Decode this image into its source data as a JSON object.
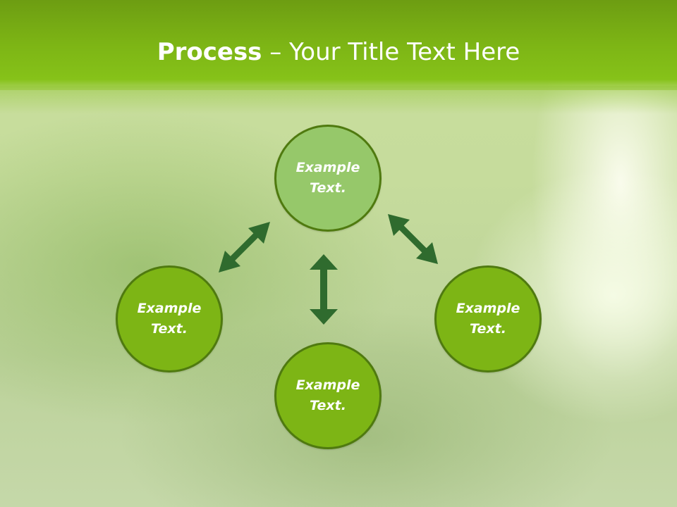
{
  "slide": {
    "title_bold": "Process",
    "title_rest": " – Your Title Text Here"
  },
  "nodes": [
    {
      "id": "top",
      "label": "Example\nText.",
      "fill": "#96c86a"
    },
    {
      "id": "left",
      "label": "Example\nText.",
      "fill": "#7db515"
    },
    {
      "id": "right",
      "label": "Example\nText.",
      "fill": "#7db515"
    },
    {
      "id": "bottom",
      "label": "Example\nText.",
      "fill": "#7db515"
    }
  ],
  "colors": {
    "header": "#7db515",
    "node_border": "#4f7a0f",
    "arrow": "#2f6b2e"
  },
  "arrows": [
    "double-arrow",
    "double-arrow",
    "double-arrow"
  ]
}
